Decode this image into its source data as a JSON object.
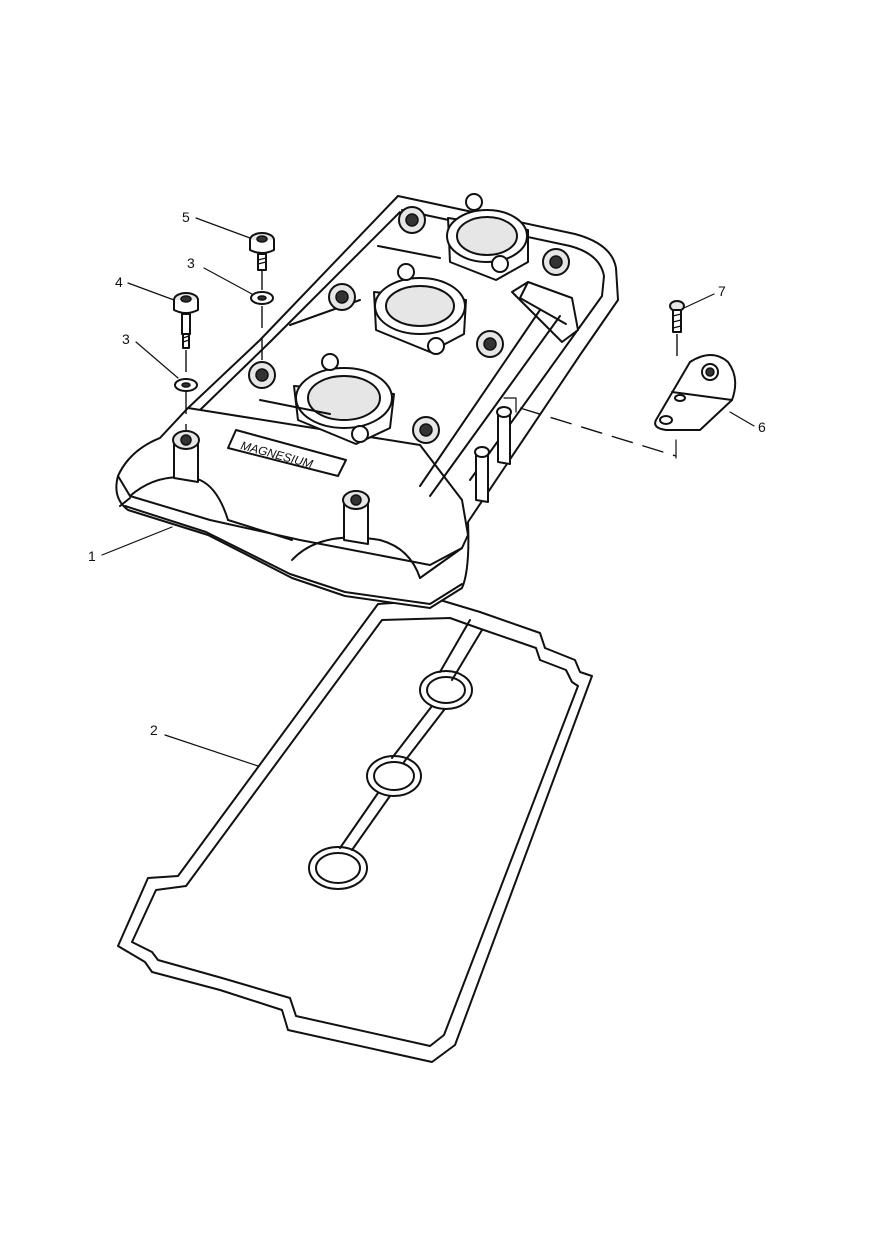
{
  "diagram": {
    "cover_text": "MAGNESIUM",
    "callouts": [
      {
        "id": "c1",
        "label": "1"
      },
      {
        "id": "c2",
        "label": "2"
      },
      {
        "id": "c3a",
        "label": "3"
      },
      {
        "id": "c3b",
        "label": "3"
      },
      {
        "id": "c4",
        "label": "4"
      },
      {
        "id": "c5",
        "label": "5"
      },
      {
        "id": "c6",
        "label": "6"
      },
      {
        "id": "c7",
        "label": "7"
      }
    ]
  }
}
